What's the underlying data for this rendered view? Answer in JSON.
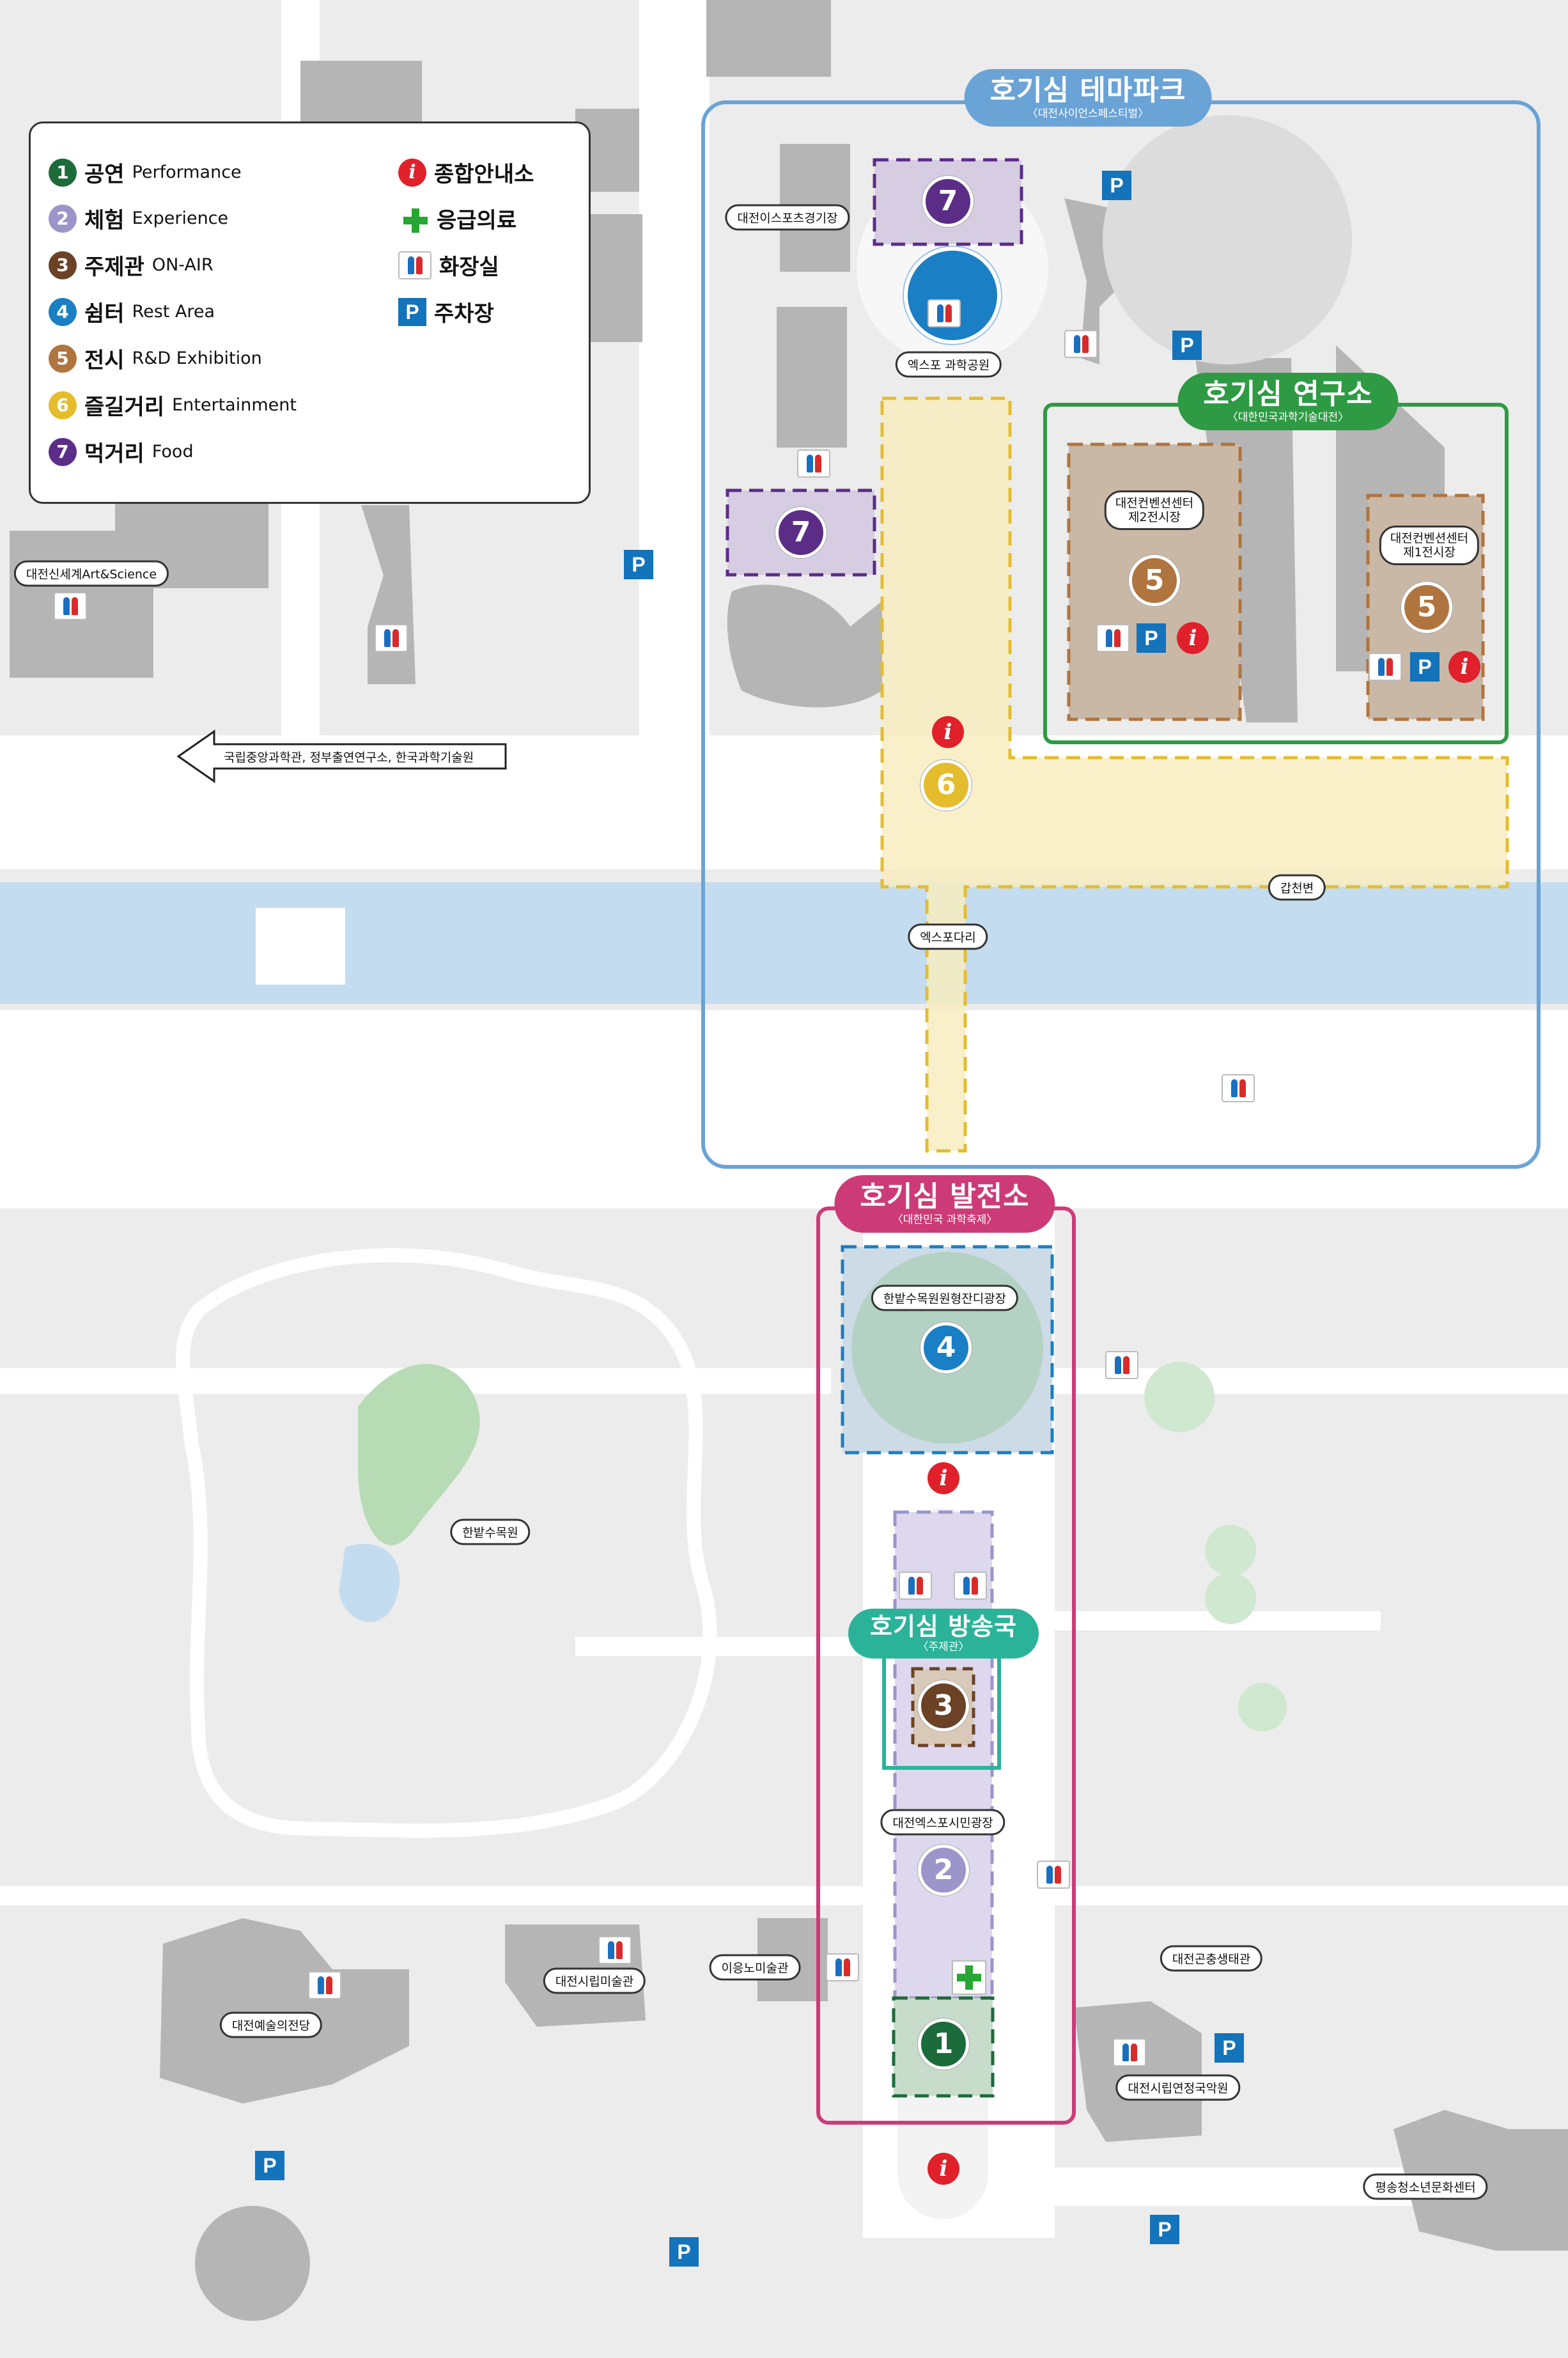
{
  "colors": {
    "performance": "#1c6b3a",
    "experience": "#9b95c9",
    "onair": "#6b4226",
    "rest": "#1a7fc4",
    "exhibition": "#b0743e",
    "entertainment": "#e5bd2c",
    "food": "#5b2d87",
    "info": "#e0202a",
    "medical": "#27a635",
    "parking": "#1373bb",
    "themepark": "#6aa3d6",
    "lab": "#2e9b44",
    "plant": "#cc3b77",
    "broadcast": "#2bb39a",
    "river": "#c4dcef"
  },
  "legend": {
    "items": [
      {
        "num": "1",
        "ko": "공연",
        "en": "Performance",
        "color": "#1c6b3a"
      },
      {
        "num": "2",
        "ko": "체험",
        "en": "Experience",
        "color": "#9b95c9"
      },
      {
        "num": "3",
        "ko": "주제관",
        "en": "ON-AIR",
        "color": "#6b4226"
      },
      {
        "num": "4",
        "ko": "쉼터",
        "en": "Rest Area",
        "color": "#1a7fc4"
      },
      {
        "num": "5",
        "ko": "전시",
        "en": "R&D Exhibition",
        "color": "#b0743e"
      },
      {
        "num": "6",
        "ko": "즐길거리",
        "en": "Entertainment",
        "color": "#e5bd2c"
      },
      {
        "num": "7",
        "ko": "먹거리",
        "en": "Food",
        "color": "#5b2d87"
      }
    ],
    "facilities": [
      {
        "icon": "info-icon",
        "label": "종합안내소"
      },
      {
        "icon": "medical-icon",
        "label": "응급의료"
      },
      {
        "icon": "restroom-icon",
        "label": "화장실"
      },
      {
        "icon": "parking-icon",
        "label": "주차장"
      }
    ]
  },
  "zones": {
    "themepark": {
      "title": "호기심 테마파크",
      "subtitle": "〈대전사이언스페스티벌〉"
    },
    "lab": {
      "title": "호기심 연구소",
      "subtitle": "〈대한민국과학기술대전〉"
    },
    "plant": {
      "title": "호기심 발전소",
      "subtitle": "〈대한민국 과학축제〉"
    },
    "broadcast": {
      "title": "호기심 방송국",
      "subtitle": "〈주제관〉"
    }
  },
  "places": {
    "expo_sports": "대전이스포츠경기장",
    "expo_park": "엑스포 과학공원",
    "convention2": [
      "대전컨벤션센터",
      "제2전시장"
    ],
    "convention1": [
      "대전컨벤션센터",
      "제1전시장"
    ],
    "shinsegae": "대전신세계Art&Science",
    "arrow_text": "국립중앙과학관, 정부출연연구소, 한국과학기술원",
    "gapcheon": "갑천변",
    "expo_bridge": "엑스포다리",
    "hanbat_plaza": "한밭수목원원형잔디광장",
    "arboretum": "한밭수목원",
    "expo_citizen": "대전엑스포시민광장",
    "ungno": "이응노미술관",
    "art_museum": "대전시립미술관",
    "arts_center": "대전예술의전당",
    "insect": "대전곤충생태관",
    "gugak": "대전시립연정국악원",
    "youth": "평송청소년문화센터"
  }
}
